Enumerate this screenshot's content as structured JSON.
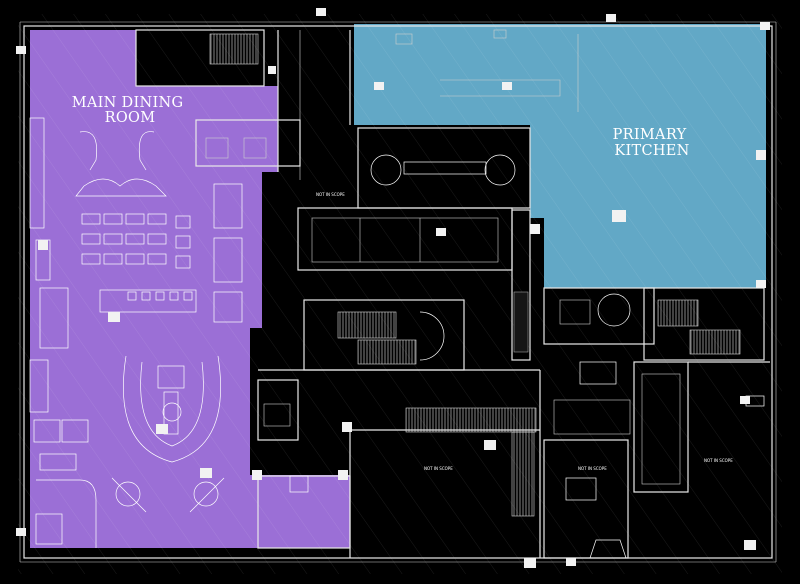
{
  "zones": [
    {
      "id": "main-dining-room",
      "label_lines": [
        "MAIN DINING",
        "ROOM"
      ],
      "color": "#9b6fd6"
    },
    {
      "id": "primary-kitchen",
      "label_lines": [
        "PRIMARY",
        "KITCHEN"
      ],
      "color": "#62a8c6"
    }
  ],
  "not_in_scope_label": "NOT IN SCOPE",
  "colors": {
    "background": "#000000",
    "walls": "#e8e8e8",
    "hatch": "#ffffff"
  }
}
